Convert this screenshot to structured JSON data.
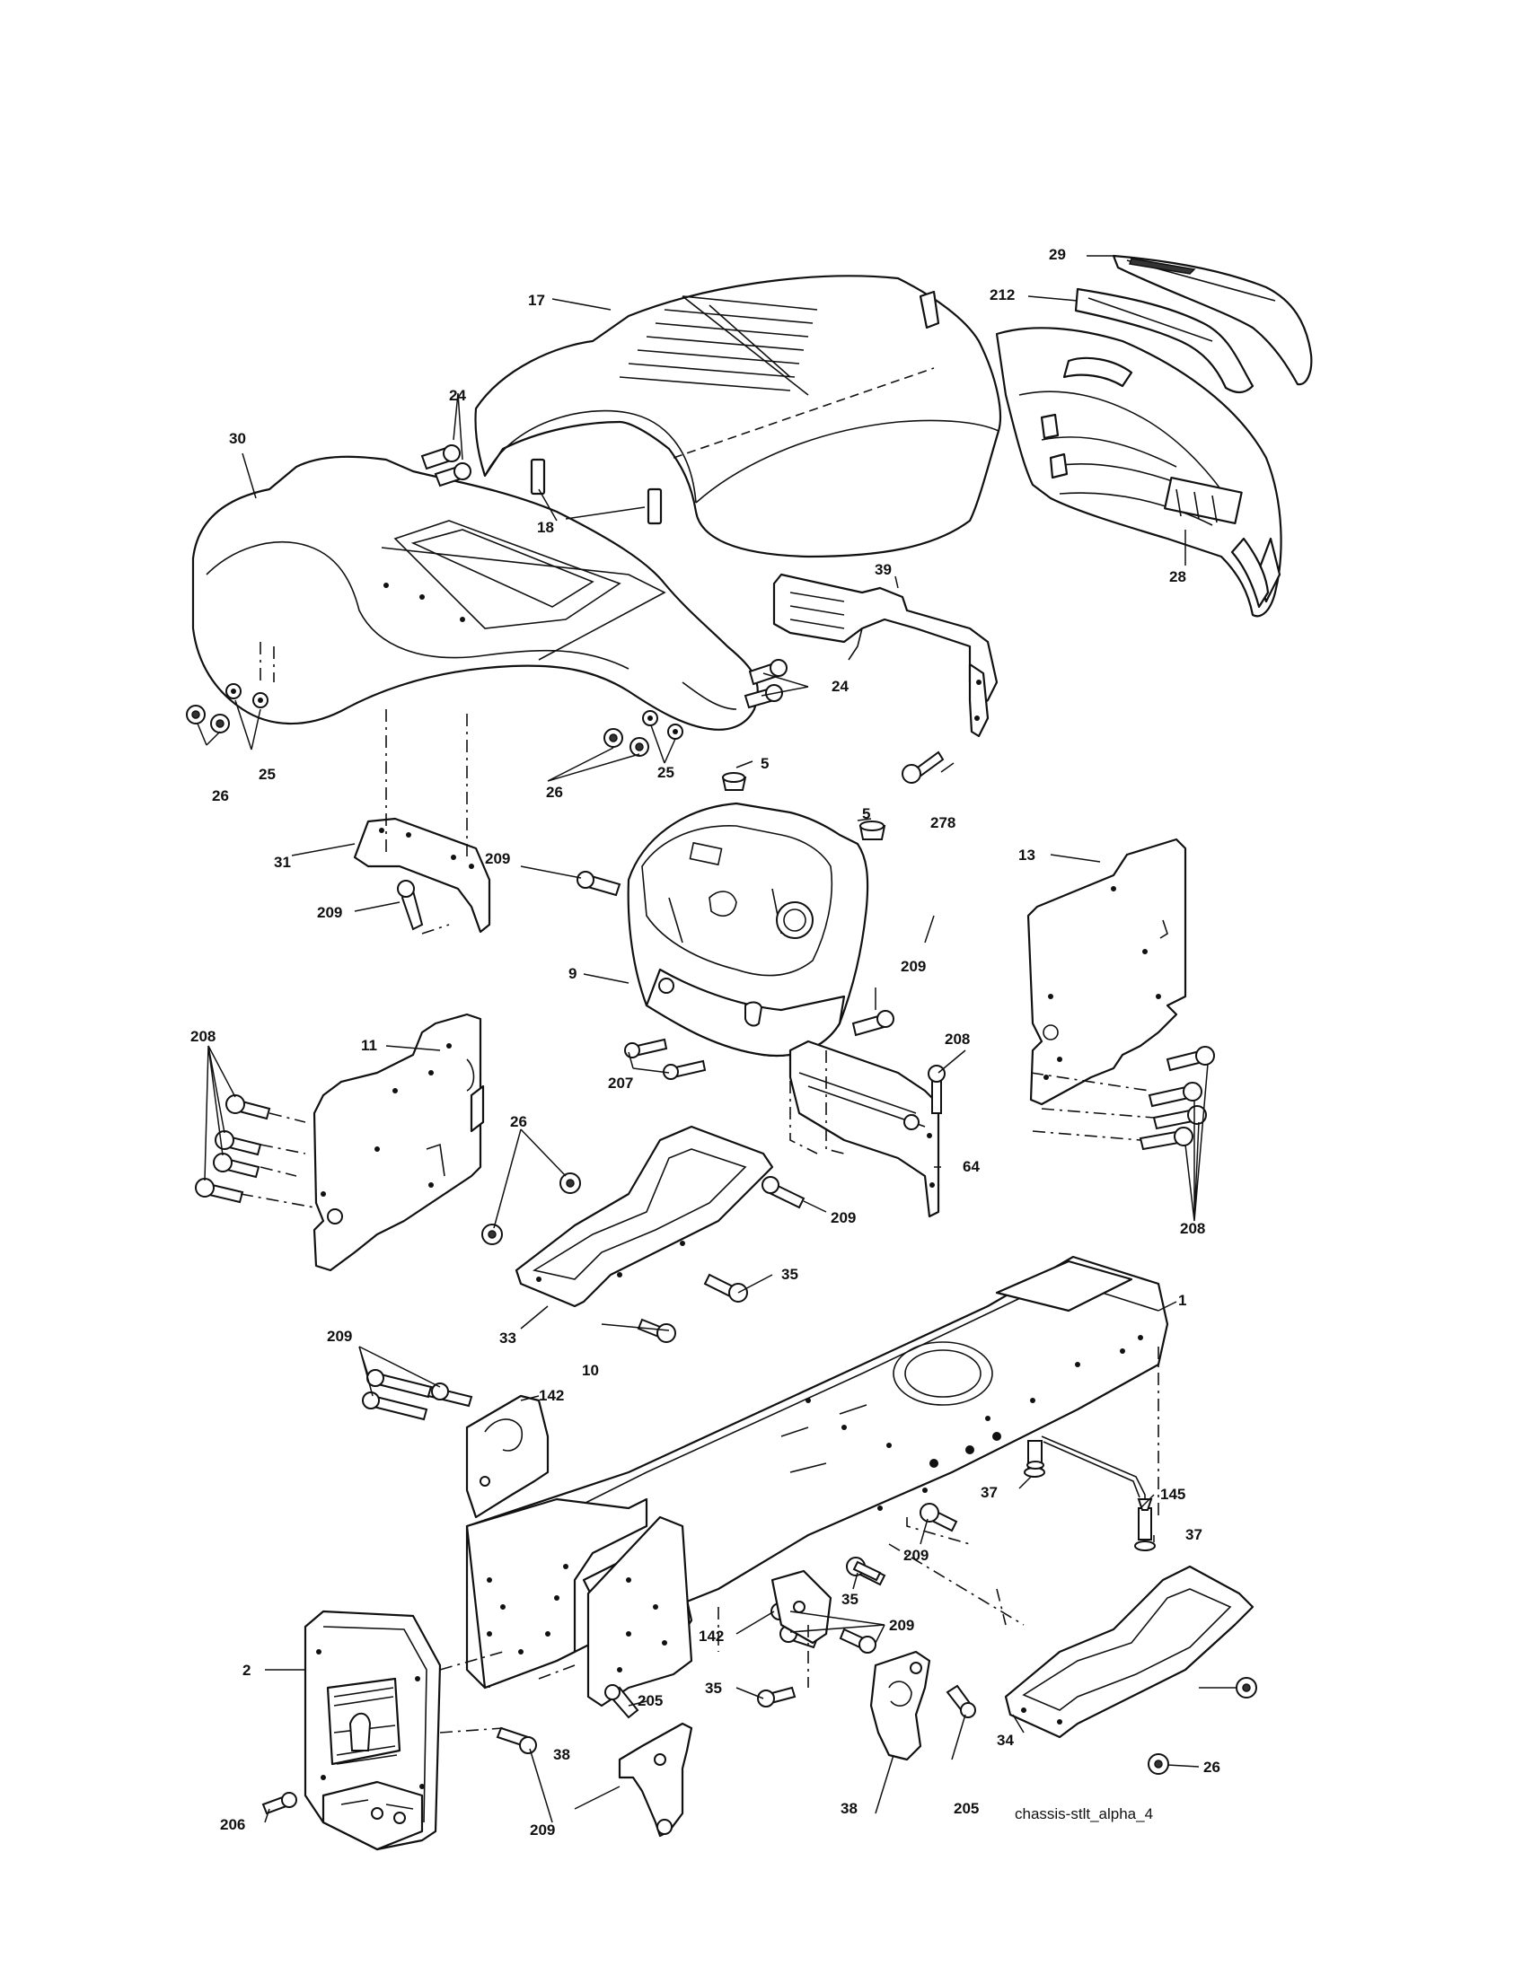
{
  "diagram": {
    "code": "chassis-stlt_alpha_4",
    "callouts": {
      "c1": "1",
      "c2": "2",
      "c5a": "5",
      "c5b": "5",
      "c9": "9",
      "c10": "10",
      "c11": "11",
      "c13": "13",
      "c17": "17",
      "c18": "18",
      "c24a": "24",
      "c24b": "24",
      "c25a": "25",
      "c25b": "25",
      "c26a": "26",
      "c26b": "26",
      "c26c": "26",
      "c26d": "26",
      "c28": "28",
      "c29": "29",
      "c30": "30",
      "c31": "31",
      "c33": "33",
      "c34": "34",
      "c35a": "35",
      "c35b": "35",
      "c35c": "35",
      "c37a": "37",
      "c37b": "37",
      "c38a": "38",
      "c38b": "38",
      "c39": "39",
      "c64": "64",
      "c142a": "142",
      "c142b": "142",
      "c145": "145",
      "c205a": "205",
      "c205b": "205",
      "c206": "206",
      "c207": "207",
      "c208a": "208",
      "c208b": "208",
      "c208c": "208",
      "c209a": "209",
      "c209b": "209",
      "c209c": "209",
      "c209d": "209",
      "c209e": "209",
      "c209f": "209",
      "c209g": "209",
      "c209h": "209",
      "c212": "212",
      "c278": "278"
    }
  }
}
